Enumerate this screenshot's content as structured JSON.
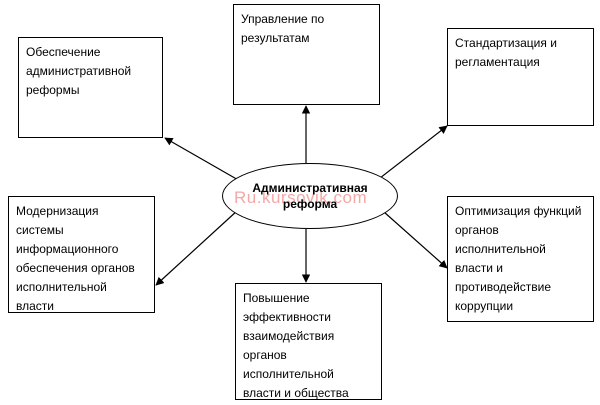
{
  "diagram": {
    "center": {
      "label": "Административная\nреформа"
    },
    "watermark": "Ru.kursovik.com",
    "boxes": {
      "admin_reform": "Обеспечение\nадминистративной\nреформы",
      "results": "Управление по\nрезультатам",
      "standardization": "Стандартизация и\nрегламентация",
      "modernization": "Модернизация\nсистемы\nинформационного\nобеспечения органов\nисполнительной\nвласти",
      "optimization": "Оптимизация функций\nорганов\nисполнительной\nвласти и\nпротиводействие\nкоррупции",
      "efficiency": "Повышение\nэффективности\nвзаимодействия\nорганов\nисполнительной\nвласти и общества"
    }
  }
}
